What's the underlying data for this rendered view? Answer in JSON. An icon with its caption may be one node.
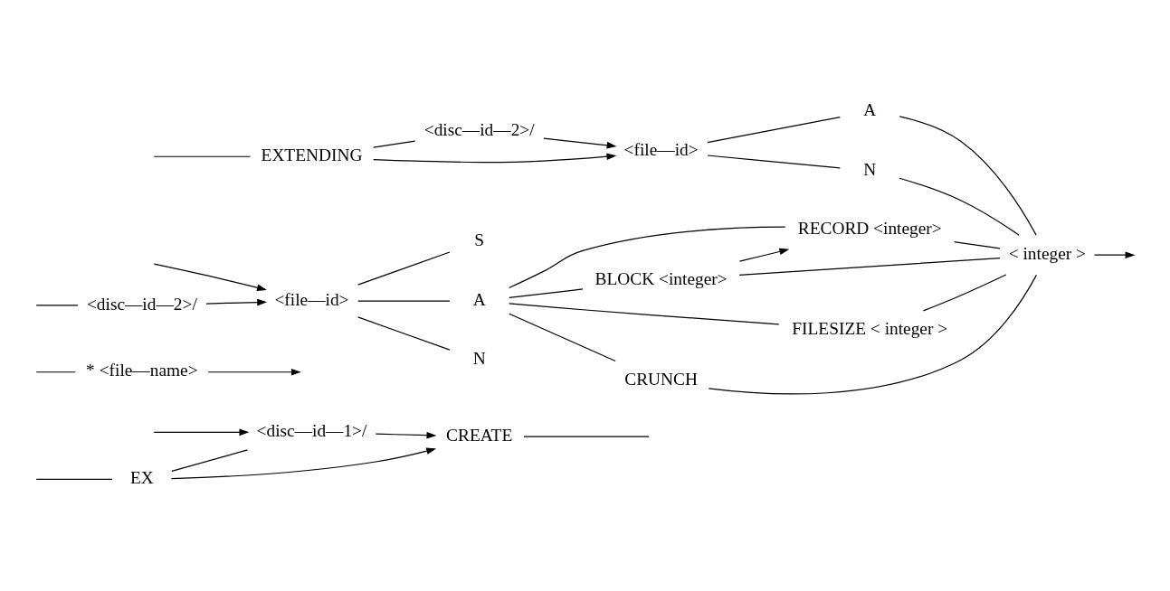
{
  "diagram": {
    "nodes": [
      {
        "text": [
          "EX"
        ]
      },
      {
        "text": [
          "<disc—id—1>/"
        ]
      },
      {
        "text": [
          "CREATE"
        ]
      },
      {
        "text": [
          "* <file—name>"
        ]
      },
      {
        "text": [
          "<disc—id—2>/"
        ]
      },
      {
        "text": [
          "<file—id>"
        ]
      },
      {
        "text": [
          "S"
        ]
      },
      {
        "text": [
          "A"
        ]
      },
      {
        "text": [
          "N"
        ]
      },
      {
        "text": [
          "RECORD <integer>"
        ]
      },
      {
        "text": [
          "BLOCK <integer>"
        ]
      },
      {
        "text": [
          "FILESIZE < integer >"
        ]
      },
      {
        "text": [
          "CRUNCH"
        ]
      },
      {
        "text": [
          "< integer >"
        ]
      },
      {
        "text": [
          "EXTENDING"
        ]
      },
      {
        "text": [
          "<disc—id—2>/"
        ]
      },
      {
        "text": [
          "<file—id>"
        ]
      },
      {
        "text": [
          "A"
        ]
      },
      {
        "text": [
          "N"
        ]
      }
    ],
    "edges": [
      {
        "from": null,
        "to": 0,
        "arrow": "none"
      },
      {
        "from": 0,
        "to": 1,
        "arrow": "none"
      },
      {
        "from": 1,
        "to": 2,
        "arrow": "to"
      },
      {
        "from": null,
        "to": 1,
        "arrow": "to"
      },
      {
        "from": 0,
        "to": 2,
        "arrow": "to"
      },
      {
        "from": 2,
        "to": null,
        "arrow": "none"
      },
      {
        "from": 3,
        "to": null,
        "arrow": "to"
      },
      {
        "from": null,
        "to": 3,
        "arrow": "none"
      },
      {
        "from": null,
        "to": 4,
        "arrow": "none"
      },
      {
        "from": 4,
        "to": 5,
        "arrow": "to"
      },
      {
        "from": null,
        "to": 5,
        "arrow": "to"
      },
      {
        "from": 5,
        "to": 6,
        "arrow": "none"
      },
      {
        "from": 5,
        "to": 7,
        "arrow": "none"
      },
      {
        "from": 5,
        "to": 8,
        "arrow": "none"
      },
      {
        "from": 7,
        "to": 9,
        "arrow": "none"
      },
      {
        "from": 7,
        "to": 10,
        "arrow": "none"
      },
      {
        "from": 7,
        "to": 11,
        "arrow": "none"
      },
      {
        "from": 7,
        "to": 12,
        "arrow": "none"
      },
      {
        "from": 10,
        "to": 9,
        "arrow": "to"
      },
      {
        "from": 9,
        "to": 13,
        "arrow": "none"
      },
      {
        "from": 10,
        "to": 13,
        "arrow": "none"
      },
      {
        "from": 11,
        "to": 13,
        "arrow": "none"
      },
      {
        "from": 12,
        "to": 13,
        "arrow": "none"
      },
      {
        "from": null,
        "to": 14,
        "arrow": "none"
      },
      {
        "from": 14,
        "to": 15,
        "arrow": "none"
      },
      {
        "from": 15,
        "to": 16,
        "arrow": "to"
      },
      {
        "from": 14,
        "to": 16,
        "arrow": "to"
      },
      {
        "from": 16,
        "to": 17,
        "arrow": "none"
      },
      {
        "from": 16,
        "to": 18,
        "arrow": "none"
      },
      {
        "from": 17,
        "to": 13,
        "arrow": "none"
      },
      {
        "from": 18,
        "to": 13,
        "arrow": "none"
      },
      {
        "from": 13,
        "to": null,
        "arrow": "to"
      }
    ]
  }
}
